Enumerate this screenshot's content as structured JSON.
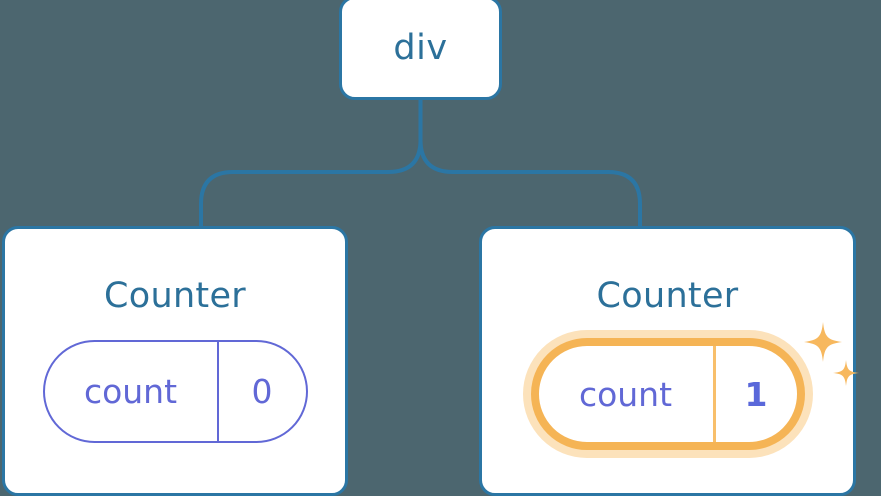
{
  "diagram": {
    "type": "component-tree",
    "background_color": "#4c666f",
    "root": {
      "label": "div",
      "icon": "element-node-icon",
      "border_color": "#2b76a4",
      "text_color": "#2c7099"
    },
    "connector": {
      "color": "#2b76a4",
      "style": "orthogonal-rounded",
      "icon": "tree-connector-icon"
    },
    "children": [
      {
        "title": "Counter",
        "state": {
          "key": "count",
          "value": "0",
          "highlighted": false,
          "border_color": "#6168d6",
          "text_color": "#6168d6"
        }
      },
      {
        "title": "Counter",
        "state": {
          "key": "count",
          "value": "1",
          "highlighted": true,
          "border_color": "#f5b455",
          "glow_color": "#fce2bb",
          "divider_color": "#f8bf6b",
          "text_color": "#5a68da",
          "sparkle_color": "#f7b85e",
          "sparkle_icons": [
            "sparkle-large-icon",
            "sparkle-small-icon"
          ]
        }
      }
    ]
  }
}
